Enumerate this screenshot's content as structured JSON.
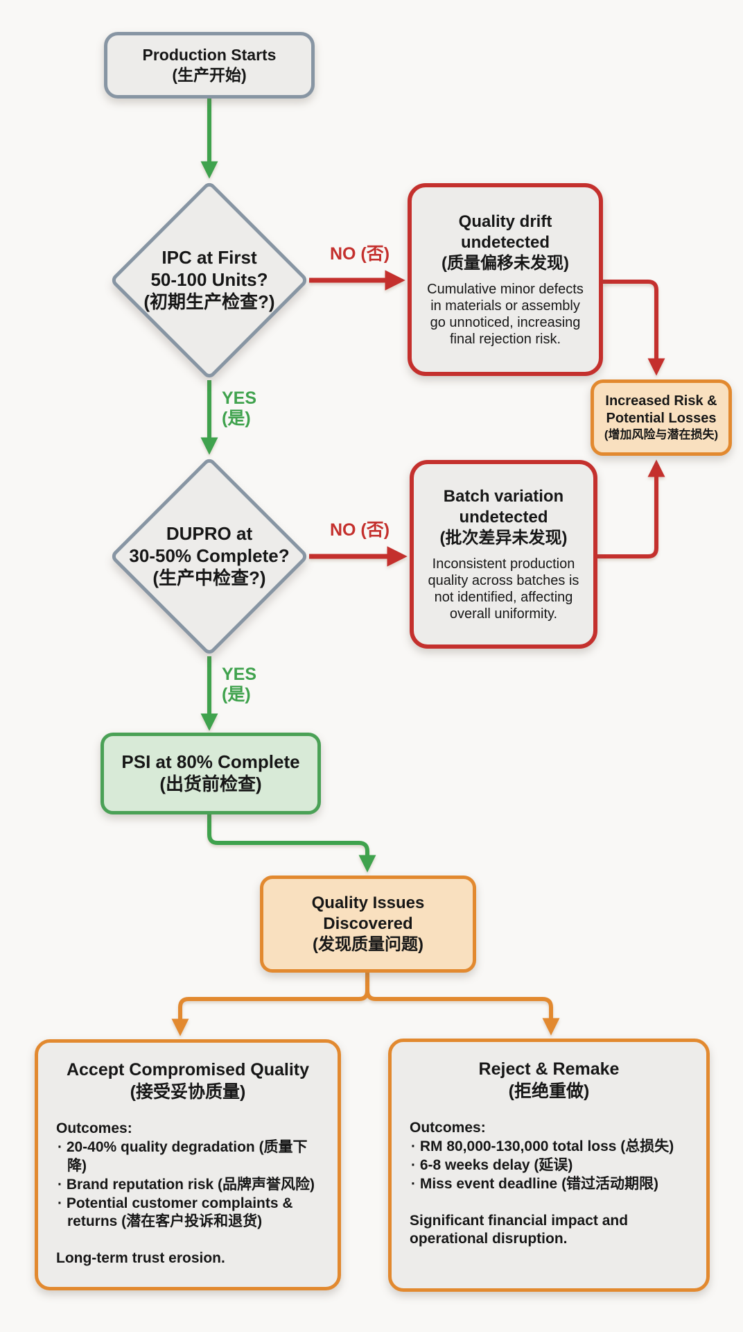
{
  "colors": {
    "slate_border": "#8795a3",
    "red": "#c4302d",
    "green": "#3fa24d",
    "orange": "#e2892f",
    "peach_fill": "#f9e0bf",
    "light_green_fill": "#d8ead7",
    "gray_fill": "#edecea"
  },
  "flow": {
    "start": {
      "lines": [
        "Production Starts",
        "(生产开始)"
      ]
    },
    "decision_ipc": {
      "lines": [
        "IPC at First",
        "50-100 Units?",
        "(初期生产检查?)"
      ]
    },
    "label_no_1": "NO (否)",
    "label_yes_1": {
      "lines": [
        "YES",
        "(是)"
      ]
    },
    "quality_drift": {
      "title_lines": [
        "Quality drift",
        "undetected",
        "(质量偏移未发现)"
      ],
      "body": "Cumulative minor defects in materials or assembly go unnoticed, increasing final rejection risk."
    },
    "increased_risk": {
      "lines": [
        "Increased Risk &",
        "Potential Losses",
        "(增加风险与潜在损失)"
      ]
    },
    "decision_dupro": {
      "lines": [
        "DUPRO at",
        "30-50% Complete?",
        "(生产中检查?)"
      ]
    },
    "label_no_2": "NO (否)",
    "label_yes_2": {
      "lines": [
        "YES",
        "(是)"
      ]
    },
    "batch_variation": {
      "title_lines": [
        "Batch variation",
        "undetected",
        "(批次差异未发现)"
      ],
      "body": "Inconsistent production quality across batches is not identified, affecting overall uniformity."
    },
    "psi": {
      "lines": [
        "PSI at 80% Complete",
        "(出货前检查)"
      ]
    },
    "quality_issues": {
      "lines": [
        "Quality Issues",
        "Discovered",
        "(发现质量问题)"
      ]
    },
    "accept": {
      "title_lines": [
        "Accept Compromised Quality",
        "(接受妥协质量)"
      ],
      "outcomes_label": "Outcomes:",
      "items": [
        "· 20-40% quality degradation (质量下降)",
        "· Brand reputation risk (品牌声誉风险)",
        "· Potential customer complaints & returns (潜在客户投诉和退货)"
      ],
      "footer": "Long-term trust erosion."
    },
    "reject": {
      "title_lines": [
        "Reject & Remake",
        "(拒绝重做)"
      ],
      "outcomes_label": "Outcomes:",
      "items": [
        "· RM 80,000-130,000 total loss (总损失)",
        "· 6-8 weeks delay (延误)",
        "· Miss event deadline (错过活动期限)"
      ],
      "footer": "Significant financial impact and operational disruption."
    }
  }
}
